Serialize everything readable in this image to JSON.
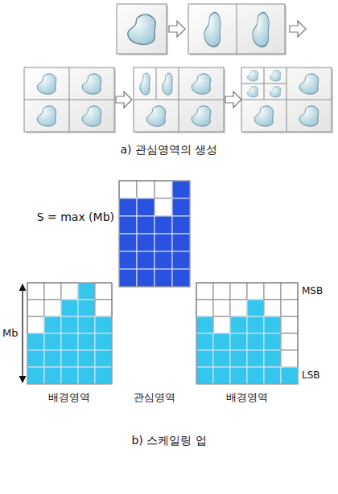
{
  "diagram": {
    "labels": [
      "a) 관심영역의 생성",
      "S = max (Mb)",
      "Mb",
      "MSB",
      "LSB",
      "배경영역",
      "관심영역",
      "배경영역",
      "b) 스케일링 업"
    ]
  }
}
